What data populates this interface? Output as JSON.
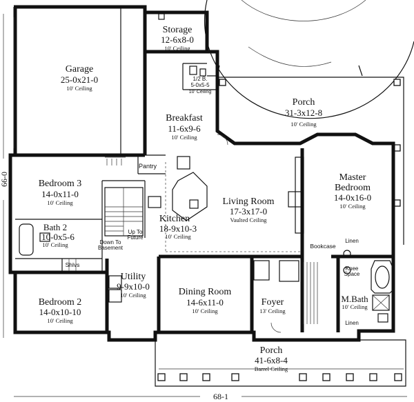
{
  "rooms": {
    "storage": {
      "name": "Storage",
      "dim": "12-6x8-0",
      "ceiling": "10' Ceiling"
    },
    "garage": {
      "name": "Garage",
      "dim": "25-0x21-0",
      "ceiling": "10' Ceiling"
    },
    "half_bath": {
      "name": "1/2 B.",
      "dim": "5-0x5-5",
      "ceiling": "10' Ceiling"
    },
    "porch_rear": {
      "name": "Porch",
      "dim": "31-3x12-8",
      "ceiling": "10' Ceiling"
    },
    "breakfast": {
      "name": "Breakfast",
      "dim": "11-6x9-6",
      "ceiling": "10' Ceiling"
    },
    "bedroom3": {
      "name": "Bedroom 3",
      "dim": "14-0x11-0",
      "ceiling": "10' Ceiling"
    },
    "bath2": {
      "name": "Bath 2",
      "dim": "10-0x5-6",
      "ceiling": "10' Ceiling"
    },
    "living": {
      "name": "Living Room",
      "dim": "17-3x17-0",
      "ceiling": "Vaulted Ceiling"
    },
    "master": {
      "name": "Master",
      "name2": "Bedroom",
      "dim": "14-0x16-0",
      "ceiling": "10' Ceiling"
    },
    "kitchen": {
      "name": "Kitchen",
      "dim": "18-9x10-3",
      "ceiling": "10' Ceiling"
    },
    "utility": {
      "name": "Utility",
      "dim": "9-9x10-0",
      "ceiling": "10' Ceiling"
    },
    "bedroom2": {
      "name": "Bedroom 2",
      "dim": "14-0x10-10",
      "ceiling": "10' Ceiling"
    },
    "dining": {
      "name": "Dining Room",
      "dim": "14-6x11-0",
      "ceiling": "10' Ceiling"
    },
    "foyer": {
      "name": "Foyer",
      "ceiling": "13' Ceiling"
    },
    "mbath": {
      "name": "M.Bath",
      "ceiling": "10' Ceiling"
    },
    "porch_front": {
      "name": "Porch",
      "dim": "41-6x8-4",
      "ceiling": "Barrel Ceiling"
    }
  },
  "labels": {
    "pantry": "Pantry",
    "shlvs": "Shlvs",
    "down_to": "Down To",
    "basement": "Basement",
    "up_to": "Up To",
    "future": "Future",
    "bookcase": "Bookcase",
    "linen_top": "Linen",
    "linen_bottom": "Linen",
    "knee": "Knee",
    "space": "Space"
  },
  "overall": {
    "width": "68-1",
    "depth": "66-0"
  }
}
